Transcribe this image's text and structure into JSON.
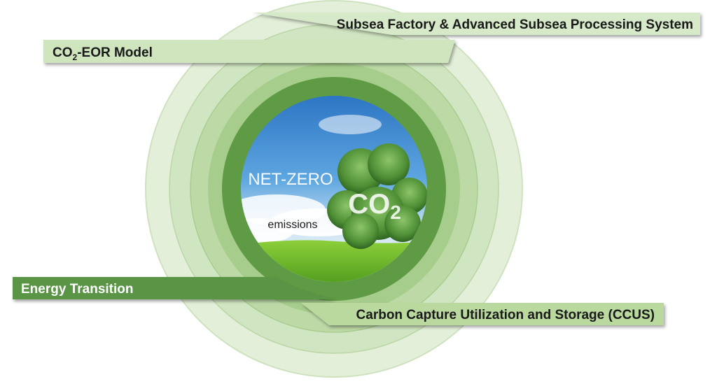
{
  "colors": {
    "outer_ring": "#e3efd8",
    "ring_2": "#d0e5c1",
    "ring_3": "#bcd9a6",
    "ring_4": "#a6cd8c",
    "dark_ring": "#5f9a45",
    "band_light": "#d6e9c8",
    "band_mid": "#b9d99e",
    "band_dark": "#5a9444",
    "text_dark": "#1a1a1a",
    "text_white": "#ffffff"
  },
  "bands": {
    "subsea": "Subsea Factory & Advanced Subsea Processing System",
    "co2_eor_prefix": "CO",
    "co2_eor_sub": "2",
    "co2_eor_suffix": "-EOR Model",
    "energy_transition": "Energy Transition",
    "ccus": "Carbon Capture Utilization and Storage (CCUS)"
  },
  "center": {
    "headline": "NET-ZERO",
    "subline": "emissions",
    "cloud_text_main": "CO",
    "cloud_text_sub": "2"
  },
  "icons": {
    "center_image": "co2-tree-cloud-illustration"
  }
}
